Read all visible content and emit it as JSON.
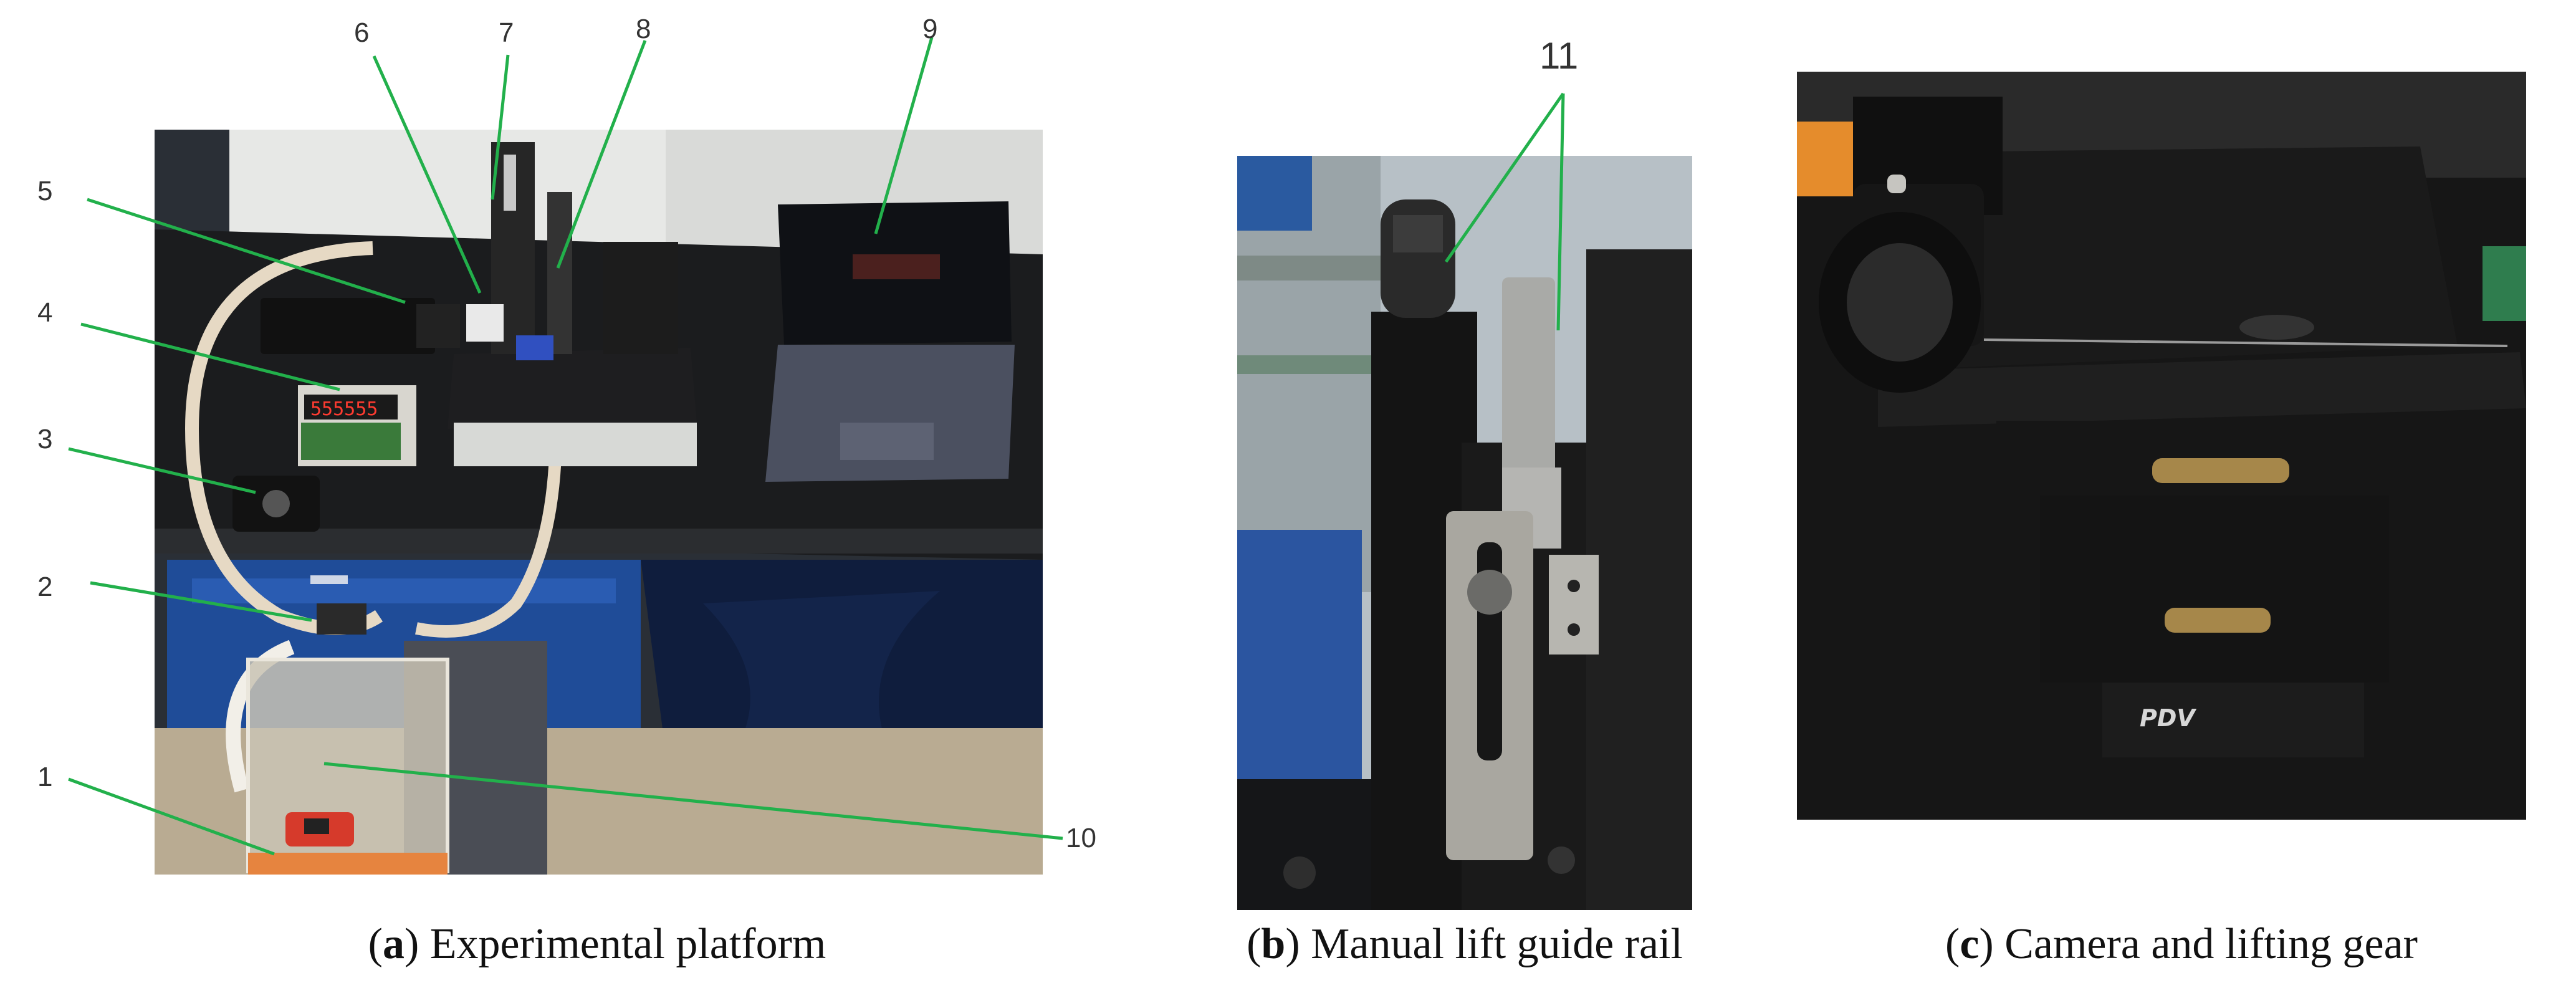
{
  "figure": {
    "panels": [
      {
        "id": "a",
        "letter": "a",
        "caption": "Experimental platform"
      },
      {
        "id": "b",
        "letter": "b",
        "caption": "Manual lift guide rail"
      },
      {
        "id": "c",
        "letter": "c",
        "caption": "Camera and lifting gear"
      }
    ],
    "labels_a": [
      "1",
      "2",
      "3",
      "4",
      "5",
      "6",
      "7",
      "8",
      "9",
      "10"
    ],
    "labels_b": [
      "11"
    ],
    "display_digits": "555555",
    "stage_brand": "PDV",
    "leader_color": "#22b04b"
  }
}
